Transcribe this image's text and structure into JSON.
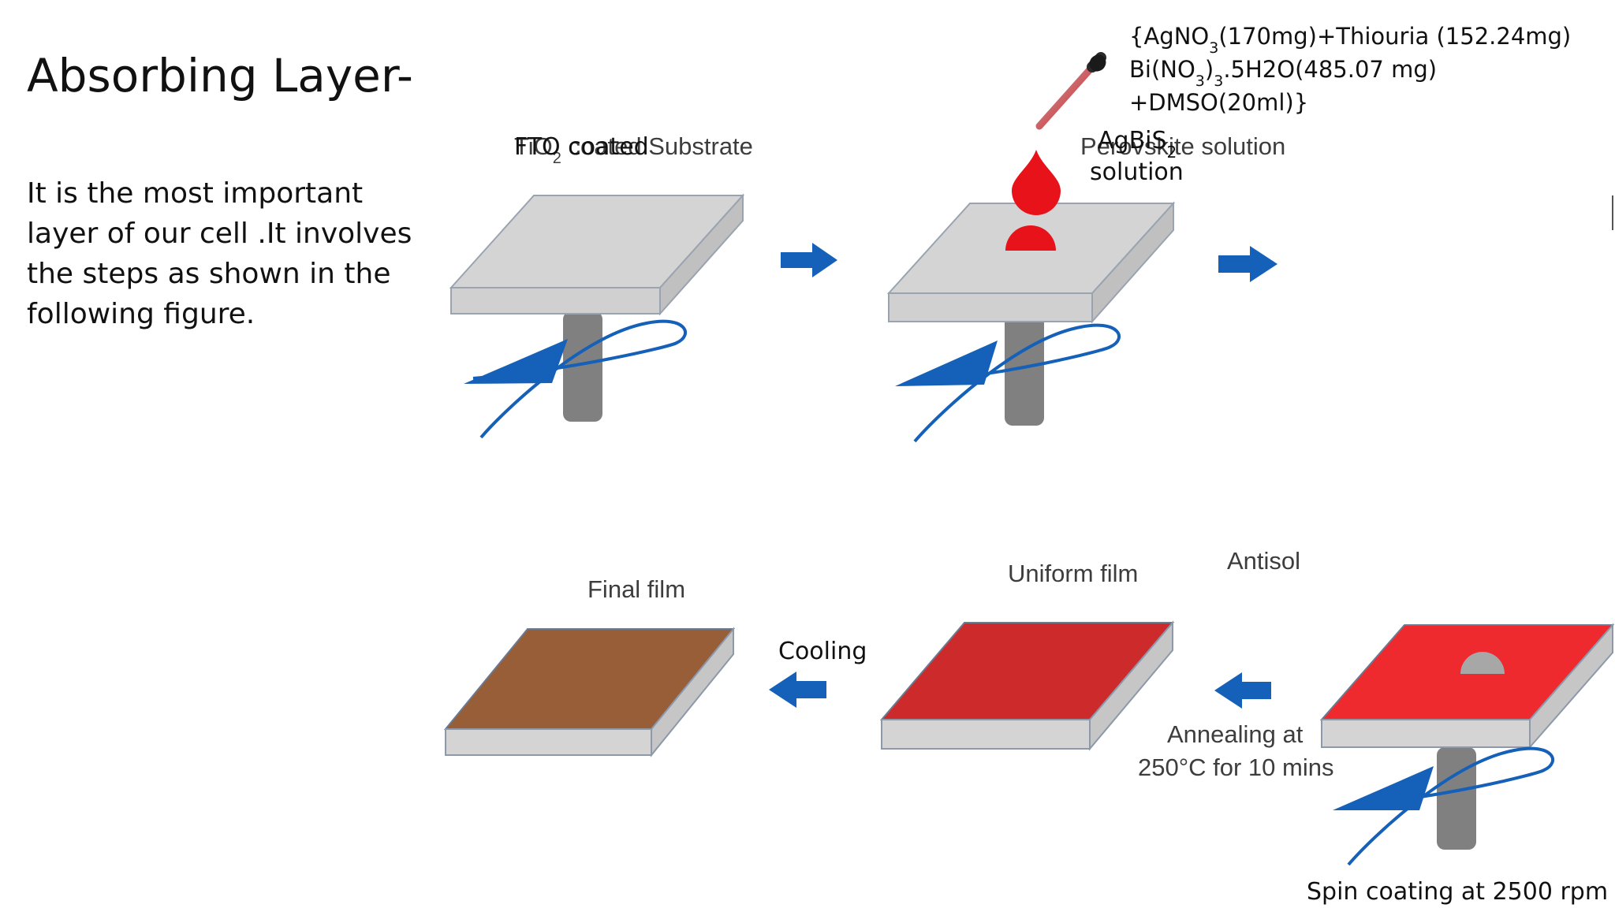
{
  "slide": {
    "title": "Absorbing Layer-",
    "body": [
      "It is the most important",
      "layer of our cell .It involves",
      "the steps as shown in the",
      "following  figure."
    ]
  },
  "formula": {
    "line1_pre": "{AgNO",
    "line1_sub": "3",
    "line1_post": "(170mg)+Thiouria (152.24mg)",
    "line2_pre": "Bi(NO",
    "line2_sub": "3",
    "line2_mid": ")",
    "line2_sub2": "3",
    "line2_post": ".5H2O(485.07 mg)",
    "line3": "+DMSO(20ml)}"
  },
  "labels": {
    "substrate_original": "TiO",
    "substrate_original_sub": "2",
    "substrate_original_rest": " coated Substrate",
    "substrate_overlay": "FTO coated",
    "solution_original": "Perovskite solution",
    "solution_overlay_pre": "AgBiS",
    "solution_overlay_sub": "2",
    "solution_overlay_line2": "solution",
    "uniform_film": "Uniform film",
    "final_film": "Final film",
    "antisolvent": "Antisol",
    "cooling": "Cooling",
    "annealing_line1": "Annealing at",
    "annealing_line2": "250°C for 10 mins",
    "spin_coating": "Spin coating at 2500 rpm"
  },
  "colors": {
    "substrate_top": "#d4d4d4",
    "substrate_side": "#c4c4c4",
    "spinner_rod": "#808080",
    "arrow_blue": "#1560b8",
    "drop_red": "#e8121a",
    "film_red": "#cd2a2c",
    "film_bright_red": "#ef2a2e",
    "film_brown": "#975e38"
  }
}
